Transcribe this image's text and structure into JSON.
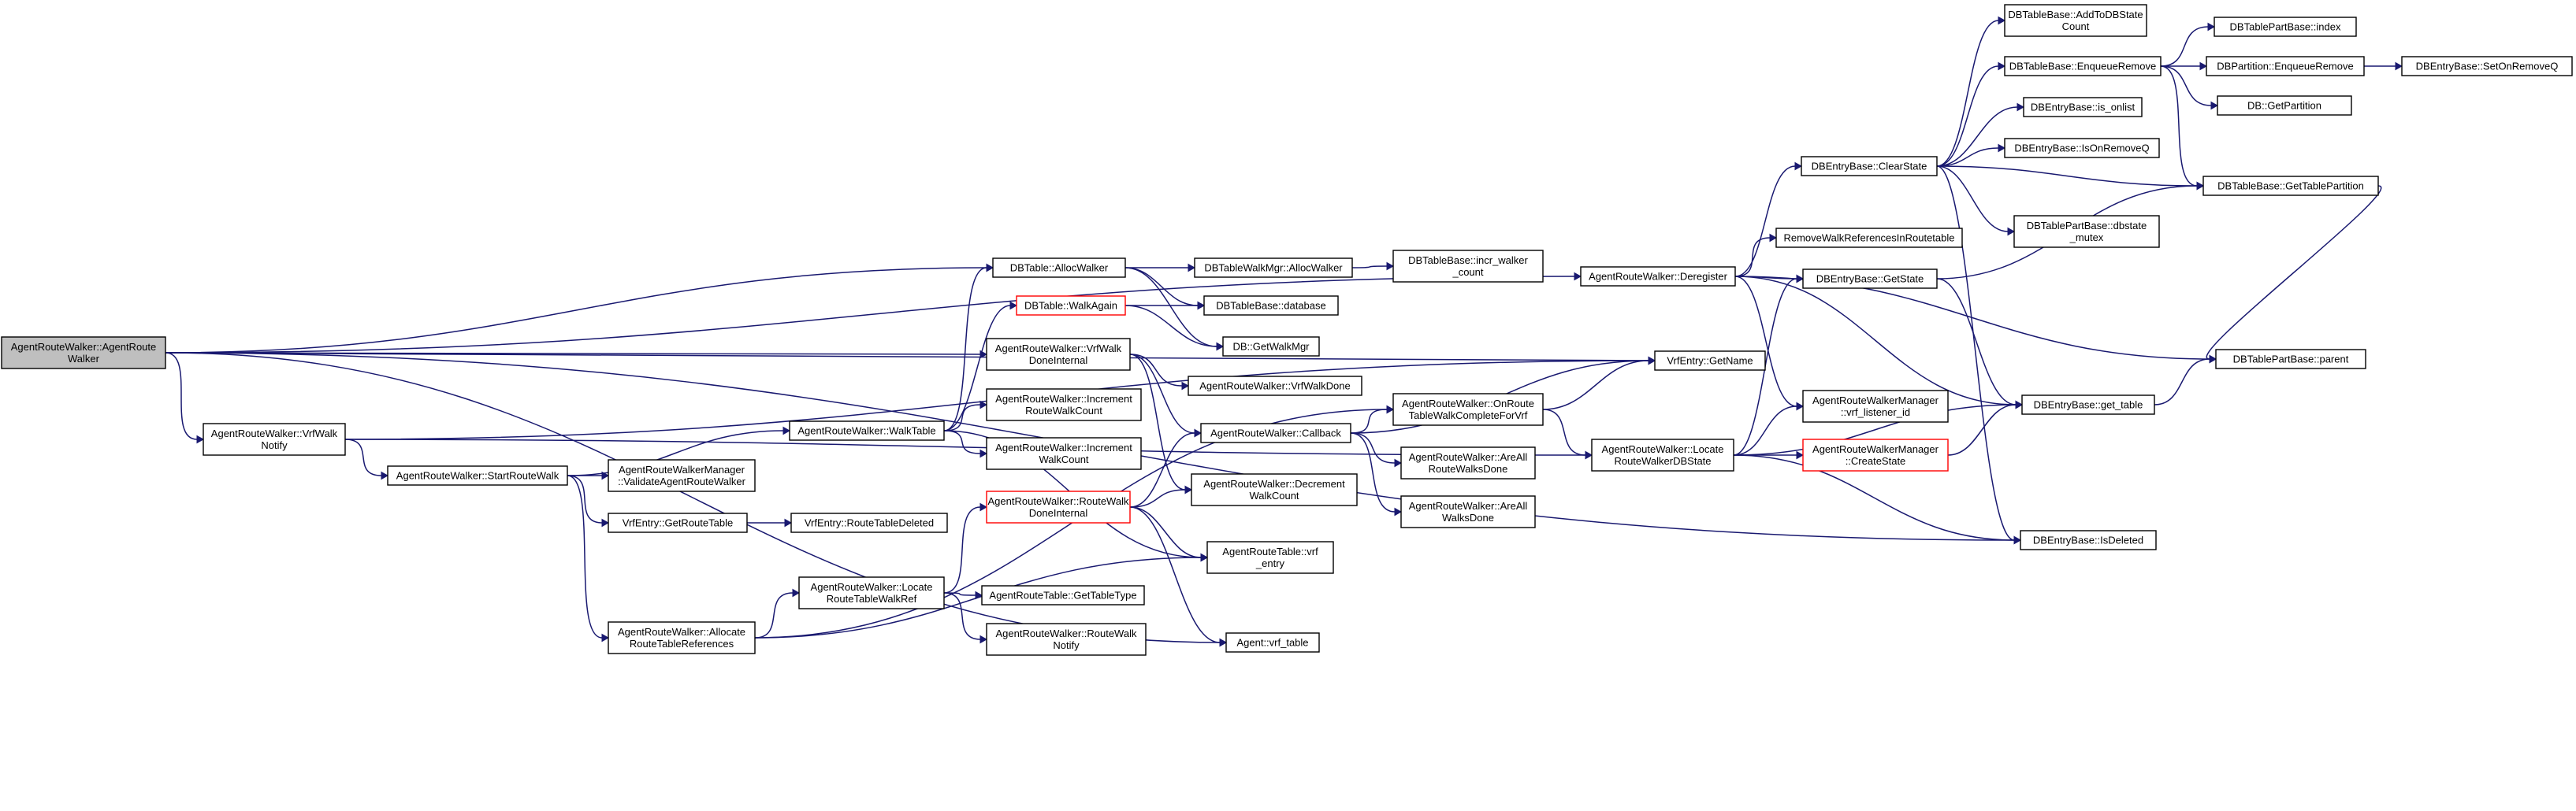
{
  "graph": {
    "title": "",
    "colors": {
      "edge": "#191970",
      "root_fill": "#bfbfbf",
      "highlight_border": "#ff0000",
      "node_border": "#000000"
    },
    "nodes": [
      {
        "id": "n0",
        "lines": [
          "AgentRouteWalker::AgentRoute",
          "Walker"
        ],
        "style": "root"
      },
      {
        "id": "n1",
        "lines": [
          "AgentRouteWalker::VrfWalk",
          "Notify"
        ]
      },
      {
        "id": "n2",
        "lines": [
          "AgentRouteWalker::StartRouteWalk"
        ]
      },
      {
        "id": "n3",
        "lines": [
          "AgentRouteWalker::Allocate",
          "RouteTableReferences"
        ]
      },
      {
        "id": "n4",
        "lines": [
          "AgentRouteWalkerManager",
          "::ValidateAgentRouteWalker"
        ]
      },
      {
        "id": "n5",
        "lines": [
          "VrfEntry::GetRouteTable"
        ]
      },
      {
        "id": "n6",
        "lines": [
          "VrfEntry::RouteTableDeleted"
        ]
      },
      {
        "id": "n7",
        "lines": [
          "AgentRouteWalker::WalkTable"
        ]
      },
      {
        "id": "n8",
        "lines": [
          "AgentRouteWalker::Locate",
          "RouteTableWalkRef"
        ]
      },
      {
        "id": "n9",
        "lines": [
          "DBTable::AllocWalker"
        ]
      },
      {
        "id": "n10",
        "lines": [
          "DBTable::WalkAgain"
        ],
        "style": "red"
      },
      {
        "id": "n11",
        "lines": [
          "AgentRouteWalker::VrfWalk",
          "DoneInternal"
        ]
      },
      {
        "id": "n12",
        "lines": [
          "AgentRouteWalker::Increment",
          "RouteWalkCount"
        ]
      },
      {
        "id": "n13",
        "lines": [
          "AgentRouteWalker::Increment",
          "WalkCount"
        ]
      },
      {
        "id": "n14",
        "lines": [
          "AgentRouteWalker::RouteWalk",
          "DoneInternal"
        ],
        "style": "red"
      },
      {
        "id": "n15",
        "lines": [
          "AgentRouteTable::GetTableType"
        ]
      },
      {
        "id": "n16",
        "lines": [
          "AgentRouteWalker::RouteWalk",
          "Notify"
        ]
      },
      {
        "id": "n17",
        "lines": [
          "DBTableWalkMgr::AllocWalker"
        ]
      },
      {
        "id": "n18",
        "lines": [
          "DBTableBase::database"
        ]
      },
      {
        "id": "n19",
        "lines": [
          "DB::GetWalkMgr"
        ]
      },
      {
        "id": "n20",
        "lines": [
          "AgentRouteWalker::VrfWalkDone"
        ]
      },
      {
        "id": "n21",
        "lines": [
          "AgentRouteWalker::Callback"
        ]
      },
      {
        "id": "n22",
        "lines": [
          "AgentRouteWalker::Decrement",
          "WalkCount"
        ]
      },
      {
        "id": "n23",
        "lines": [
          "AgentRouteTable::vrf",
          "_entry"
        ]
      },
      {
        "id": "n24",
        "lines": [
          "Agent::vrf_table"
        ]
      },
      {
        "id": "n25",
        "lines": [
          "DBTableBase::incr_walker",
          "_count"
        ]
      },
      {
        "id": "n26",
        "lines": [
          "AgentRouteWalker::OnRoute",
          "TableWalkCompleteForVrf"
        ]
      },
      {
        "id": "n27",
        "lines": [
          "AgentRouteWalker::AreAll",
          "RouteWalksDone"
        ]
      },
      {
        "id": "n28",
        "lines": [
          "AgentRouteWalker::AreAll",
          "WalksDone"
        ]
      },
      {
        "id": "n29",
        "lines": [
          "VrfEntry::GetName"
        ]
      },
      {
        "id": "n30",
        "lines": [
          "AgentRouteWalker::Deregister"
        ]
      },
      {
        "id": "n31",
        "lines": [
          "AgentRouteWalker::Locate",
          "RouteWalkerDBState"
        ]
      },
      {
        "id": "n32",
        "lines": [
          "RemoveWalkReferencesInRoutetable"
        ]
      },
      {
        "id": "n33",
        "lines": [
          "DBEntryBase::ClearState"
        ]
      },
      {
        "id": "n34",
        "lines": [
          "DBEntryBase::GetState"
        ]
      },
      {
        "id": "n35",
        "lines": [
          "AgentRouteWalkerManager",
          "::vrf_listener_id"
        ]
      },
      {
        "id": "n36",
        "lines": [
          "AgentRouteWalkerManager",
          "::CreateState"
        ],
        "style": "red"
      },
      {
        "id": "n37",
        "lines": [
          "DBTableBase::AddToDBState",
          "Count"
        ]
      },
      {
        "id": "n38",
        "lines": [
          "DBTableBase::EnqueueRemove"
        ]
      },
      {
        "id": "n39",
        "lines": [
          "DBEntryBase::is_onlist"
        ]
      },
      {
        "id": "n40",
        "lines": [
          "DBEntryBase::IsOnRemoveQ"
        ]
      },
      {
        "id": "n41",
        "lines": [
          "DBTablePartBase::dbstate",
          "_mutex"
        ]
      },
      {
        "id": "n42",
        "lines": [
          "DBEntryBase::get_table"
        ]
      },
      {
        "id": "n43",
        "lines": [
          "DBEntryBase::IsDeleted"
        ]
      },
      {
        "id": "n44",
        "lines": [
          "DBTablePartBase::index"
        ]
      },
      {
        "id": "n45",
        "lines": [
          "DBPartition::EnqueueRemove"
        ]
      },
      {
        "id": "n46",
        "lines": [
          "DB::GetPartition"
        ]
      },
      {
        "id": "n47",
        "lines": [
          "DBTableBase::GetTablePartition"
        ]
      },
      {
        "id": "n48",
        "lines": [
          "DBTablePartBase::parent"
        ]
      },
      {
        "id": "n49",
        "lines": [
          "DBEntryBase::SetOnRemoveQ"
        ]
      }
    ],
    "edges": [
      [
        "n0",
        "n1"
      ],
      [
        "n0",
        "n9"
      ],
      [
        "n0",
        "n11"
      ],
      [
        "n0",
        "n24"
      ],
      [
        "n0",
        "n29"
      ],
      [
        "n0",
        "n30"
      ],
      [
        "n0",
        "n43"
      ],
      [
        "n1",
        "n2"
      ],
      [
        "n1",
        "n29"
      ],
      [
        "n1",
        "n31"
      ],
      [
        "n2",
        "n3"
      ],
      [
        "n2",
        "n4"
      ],
      [
        "n2",
        "n5"
      ],
      [
        "n2",
        "n7"
      ],
      [
        "n3",
        "n8"
      ],
      [
        "n3",
        "n23"
      ],
      [
        "n3",
        "n26"
      ],
      [
        "n5",
        "n6"
      ],
      [
        "n7",
        "n9"
      ],
      [
        "n7",
        "n10"
      ],
      [
        "n7",
        "n12"
      ],
      [
        "n7",
        "n13"
      ],
      [
        "n7",
        "n23"
      ],
      [
        "n8",
        "n14"
      ],
      [
        "n8",
        "n15"
      ],
      [
        "n8",
        "n16"
      ],
      [
        "n9",
        "n17"
      ],
      [
        "n9",
        "n18"
      ],
      [
        "n9",
        "n19"
      ],
      [
        "n10",
        "n18"
      ],
      [
        "n10",
        "n19"
      ],
      [
        "n11",
        "n20"
      ],
      [
        "n11",
        "n21"
      ],
      [
        "n11",
        "n22"
      ],
      [
        "n14",
        "n21"
      ],
      [
        "n14",
        "n22"
      ],
      [
        "n14",
        "n23"
      ],
      [
        "n14",
        "n24"
      ],
      [
        "n17",
        "n25"
      ],
      [
        "n21",
        "n26"
      ],
      [
        "n21",
        "n27"
      ],
      [
        "n21",
        "n28"
      ],
      [
        "n21",
        "n29"
      ],
      [
        "n26",
        "n29"
      ],
      [
        "n26",
        "n31"
      ],
      [
        "n30",
        "n32"
      ],
      [
        "n30",
        "n33"
      ],
      [
        "n30",
        "n34"
      ],
      [
        "n30",
        "n35"
      ],
      [
        "n30",
        "n42"
      ],
      [
        "n30",
        "n48"
      ],
      [
        "n31",
        "n34"
      ],
      [
        "n31",
        "n35"
      ],
      [
        "n31",
        "n36"
      ],
      [
        "n31",
        "n42"
      ],
      [
        "n31",
        "n43"
      ],
      [
        "n33",
        "n37"
      ],
      [
        "n33",
        "n38"
      ],
      [
        "n33",
        "n39"
      ],
      [
        "n33",
        "n40"
      ],
      [
        "n33",
        "n41"
      ],
      [
        "n33",
        "n43"
      ],
      [
        "n33",
        "n47"
      ],
      [
        "n34",
        "n42"
      ],
      [
        "n34",
        "n47"
      ],
      [
        "n36",
        "n42"
      ],
      [
        "n38",
        "n44"
      ],
      [
        "n38",
        "n45"
      ],
      [
        "n38",
        "n46"
      ],
      [
        "n38",
        "n47"
      ],
      [
        "n45",
        "n49"
      ],
      [
        "n42",
        "n48"
      ],
      [
        "n47",
        "n48"
      ]
    ]
  }
}
